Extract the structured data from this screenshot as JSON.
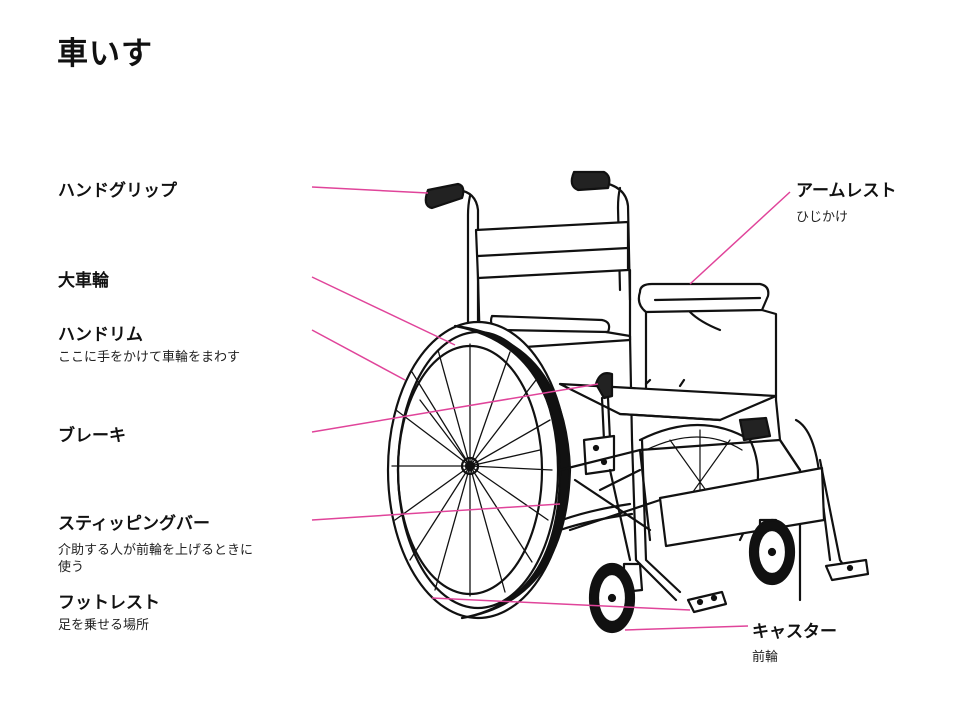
{
  "title": "車いす",
  "parts": {
    "hand_grip": {
      "label": "ハンドグリップ"
    },
    "main_wheel": {
      "label": "大車輪"
    },
    "hand_rim": {
      "label": "ハンドリム",
      "desc": "ここに手をかけて車輪をまわす"
    },
    "brake": {
      "label": "ブレーキ"
    },
    "tipping_bar": {
      "label": "スティッピングバー",
      "desc_line1": "介助する人が前輪を上げるときに",
      "desc_line2": "使う"
    },
    "footrest": {
      "label": "フットレスト",
      "desc": "足を乗せる場所"
    },
    "armrest": {
      "label": "アームレスト",
      "desc": "ひじかけ"
    },
    "caster": {
      "label": "キャスター",
      "desc": "前輪"
    }
  },
  "colors": {
    "leader_line": "#e0449a",
    "ink": "#111111"
  }
}
